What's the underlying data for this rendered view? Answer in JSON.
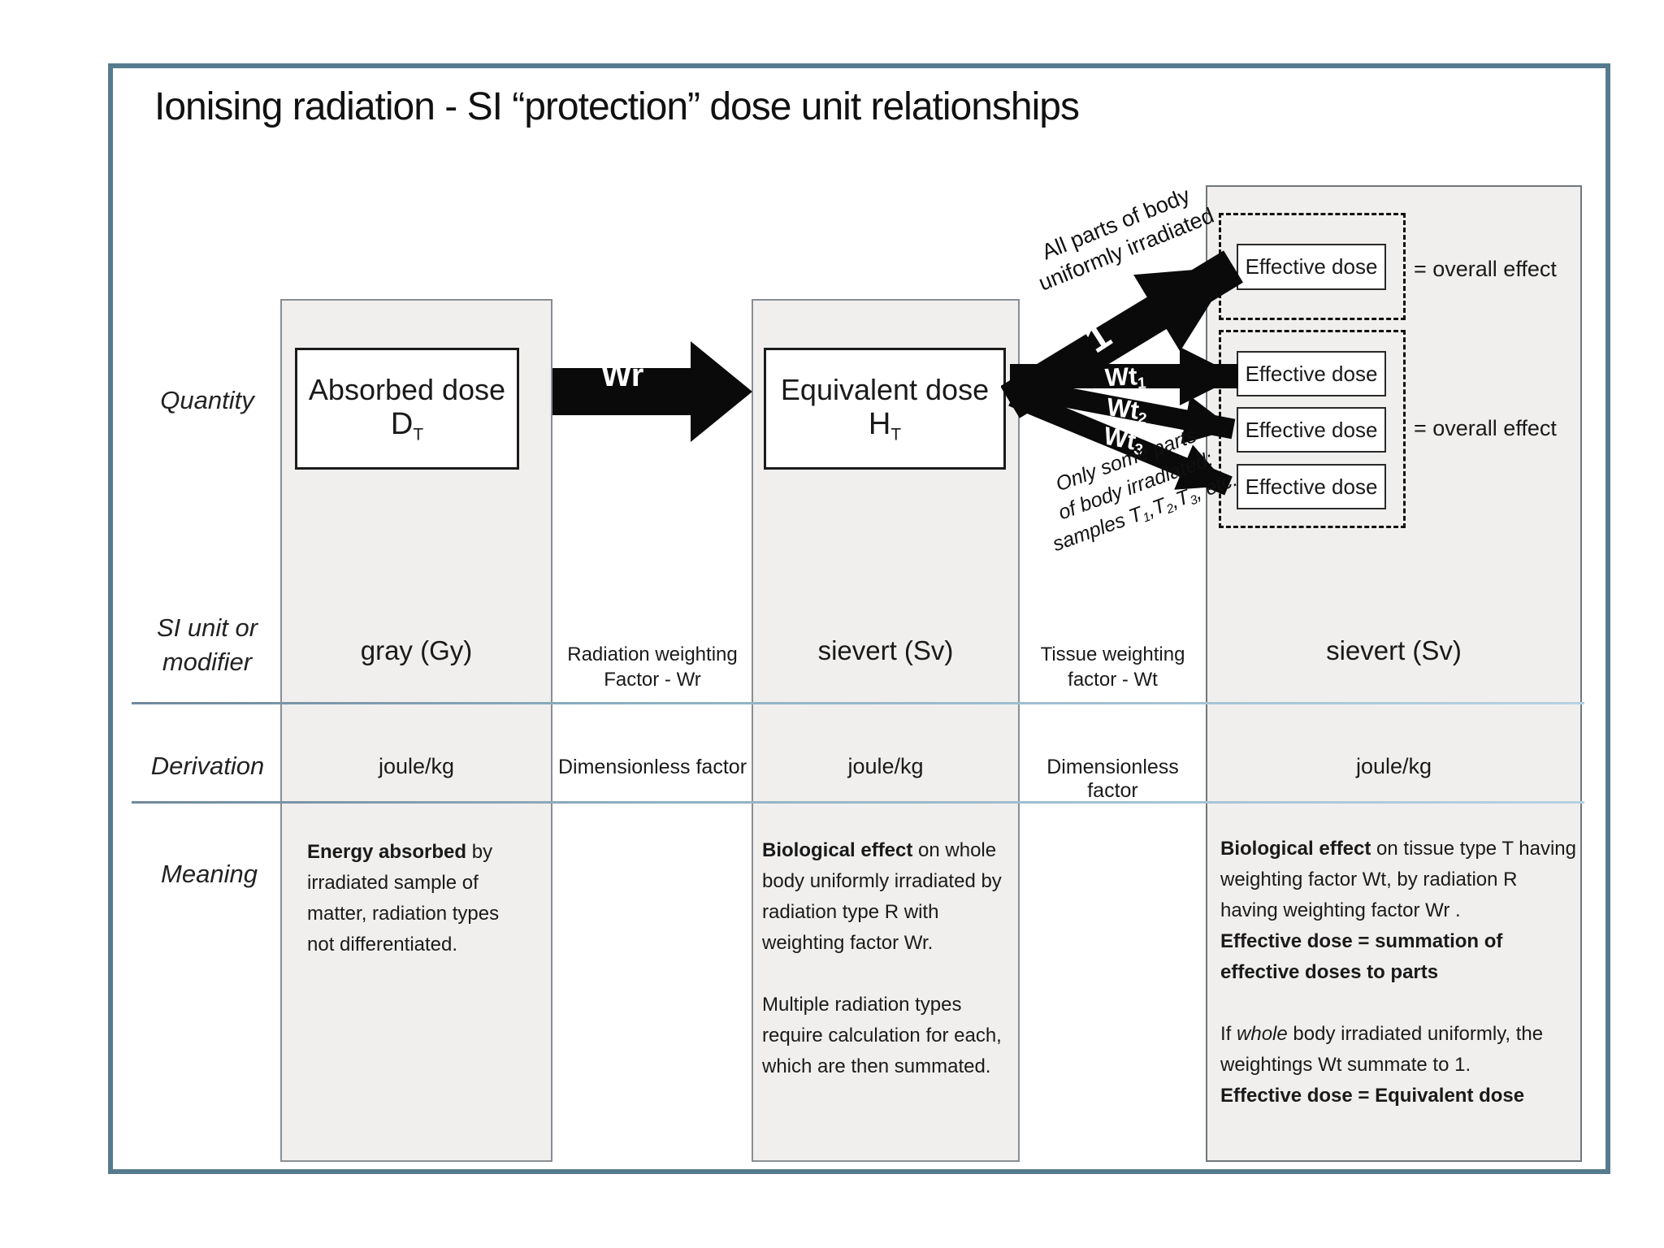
{
  "page": {
    "title": "Ionising radiation - SI “protection” dose unit relationships"
  },
  "row_labels": {
    "quantity": "Quantity",
    "si_unit_line1": "SI unit or",
    "si_unit_line2": "modifier",
    "derivation": "Derivation",
    "meaning": "Meaning"
  },
  "absorbed": {
    "name": "Absorbed dose",
    "symbol_base": "D",
    "symbol_sub": "T",
    "si_unit": "gray (Gy)",
    "derivation": "joule/kg",
    "meaning_bold": "Energy absorbed",
    "meaning_rest": " by irradiated sample of matter, radiation types not  differentiated."
  },
  "equivalent": {
    "name": "Equivalent dose",
    "symbol_base": "H",
    "symbol_sub": "T",
    "si_unit": "sievert (Sv)",
    "derivation": "joule/kg",
    "meaning_bold": "Biological effect",
    "meaning_rest": " on whole body uniformly irradiated by radiation type R with weighting factor Wr.",
    "meaning_para2": "Multiple radiation types require calculation for each, which are then summated."
  },
  "effective": {
    "box_label": "Effective dose",
    "overall_top": "= overall effect",
    "overall_bottom": "= overall effect",
    "si_unit": "sievert (Sv)",
    "derivation": "joule/kg",
    "meaning_bold": "Biological effect",
    "meaning_rest": " on tissue type T having weighting factor Wt, by radiation R having weighting factor Wr .",
    "meaning_bold2": "Effective dose = summation of effective doses to parts",
    "meaning_p3_pre": "If ",
    "meaning_p3_italic": "whole",
    "meaning_p3_rest": " body irradiated uniformly, the weightings Wt summate to 1.",
    "meaning_bold3": "Effective dose  = Equivalent dose"
  },
  "connectors": {
    "wr_label": "Wr",
    "radiation_weighting_l1": "Radiation weighting",
    "radiation_weighting_l2": "Factor - Wr",
    "tissue_weighting_l1": "Tissue weighting",
    "tissue_weighting_l2": "factor - Wt",
    "all_parts_l1": "All parts of body",
    "all_parts_l2": "uniformly irradiated",
    "one_label": "1",
    "wt1_base": "Wt",
    "wt1_sub": "1",
    "wt2_base": "Wt",
    "wt2_sub": "2",
    "wt3_base": "Wt",
    "wt3_sub": "3",
    "only_some_l1": "Only some parts",
    "only_some_l2": "of body irradiated:",
    "samples_parts": [
      "samples T",
      "1",
      ",T",
      "2",
      ",T",
      "3",
      ", etc."
    ]
  },
  "colors": {
    "outer_border": "#567b8e",
    "panel_fill": "#f0efee",
    "divider_line": "#9db9c9",
    "arrow_black": "#0a0a0a"
  }
}
